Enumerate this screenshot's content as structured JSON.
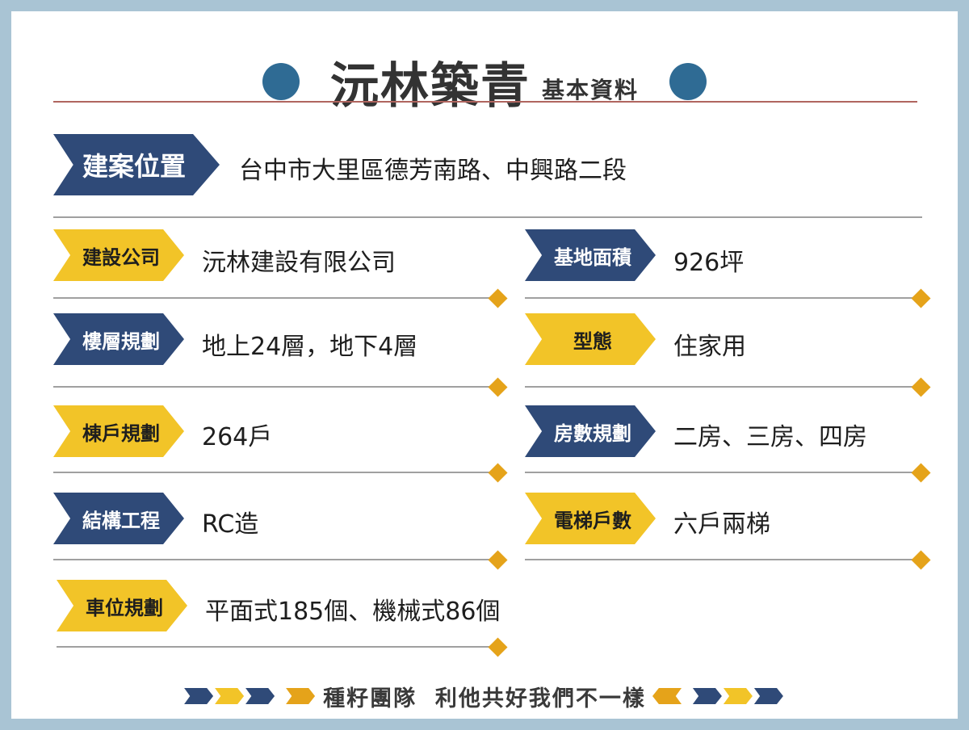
{
  "header": {
    "title": "沅林築青",
    "subtitle": "基本資料"
  },
  "location": {
    "label": "建案位置",
    "value": "台中市大里區德芳南路、中興路二段"
  },
  "fields": [
    {
      "label": "建設公司",
      "value": "沅林建設有限公司",
      "badge_color": "gold"
    },
    {
      "label": "基地面積",
      "value": "926坪",
      "badge_color": "navy"
    },
    {
      "label": "樓層規劃",
      "value": "地上24層，地下4層",
      "badge_color": "navy"
    },
    {
      "label": "型態",
      "value": "住家用",
      "badge_color": "gold"
    },
    {
      "label": "棟戶規劃",
      "value": "264戶",
      "badge_color": "gold"
    },
    {
      "label": "房數規劃",
      "value": "二房、三房、四房",
      "badge_color": "navy"
    },
    {
      "label": "結構工程",
      "value": "RC造",
      "badge_color": "navy"
    },
    {
      "label": "電梯戶數",
      "value": "六戶兩梯",
      "badge_color": "gold"
    },
    {
      "label": "車位規劃",
      "value": "平面式185個、機械式86個",
      "badge_color": "gold"
    }
  ],
  "footer": {
    "slogan": "種籽團隊  利他共好我們不一樣"
  },
  "colors": {
    "navy": "#2f4a78",
    "gold": "#f2c428",
    "orange": "#e5a31a",
    "frame": "#a9c4d4",
    "title_dot": "#2f6b94"
  }
}
